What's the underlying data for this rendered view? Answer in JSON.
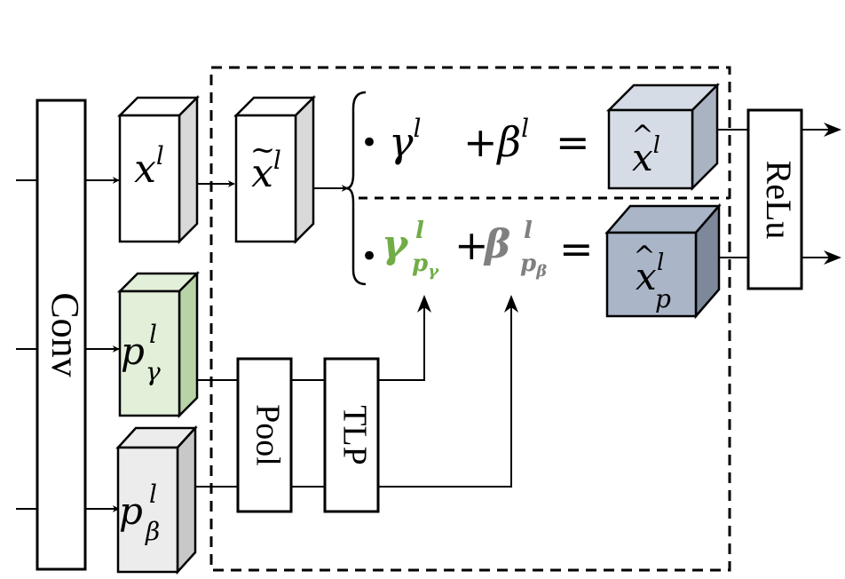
{
  "blocks": {
    "conv": "Conv",
    "pool": "Pool",
    "tlp": "TLP",
    "relu": "ReLu"
  },
  "cubes": {
    "x": {
      "base": "x",
      "sup": "l"
    },
    "x_tilde": {
      "base": "x",
      "accent": "~",
      "sup": "l"
    },
    "p_gamma": {
      "base": "p",
      "sup": "l",
      "sub": "γ"
    },
    "p_beta": {
      "base": "p",
      "sup": "l",
      "sub": "β"
    },
    "x_hat": {
      "base": "x",
      "accent": "^",
      "sup": "l"
    },
    "x_hat_p": {
      "base": "x",
      "accent": "^",
      "sup": "l",
      "sub": "p"
    }
  },
  "equation_top": {
    "bullet": "•",
    "gamma": "γ",
    "gamma_sup": "l",
    "plus": "+",
    "beta": "β",
    "beta_sup": "l",
    "equals": "="
  },
  "equation_bottom": {
    "bullet": "•",
    "gamma": "γ",
    "gamma_sup": "l",
    "gamma_sub": "p",
    "gamma_subsub": "γ",
    "plus": "+",
    "beta": "β",
    "beta_sup": "l",
    "beta_sub": "p",
    "beta_subsub": "β",
    "equals": "="
  },
  "colors": {
    "p_gamma_face": "#e2efd9",
    "p_gamma_side": "#b9d3a8",
    "p_beta_face": "#ececec",
    "p_beta_side": "#c8c8c8",
    "x_hat_face": "#d6dce6",
    "x_hat_side": "#aab3c2",
    "x_hat_p_face": "#aab5c8",
    "x_hat_p_side": "#7d889a",
    "gamma_p_text": "#70ad47",
    "beta_p_text": "#808080"
  }
}
